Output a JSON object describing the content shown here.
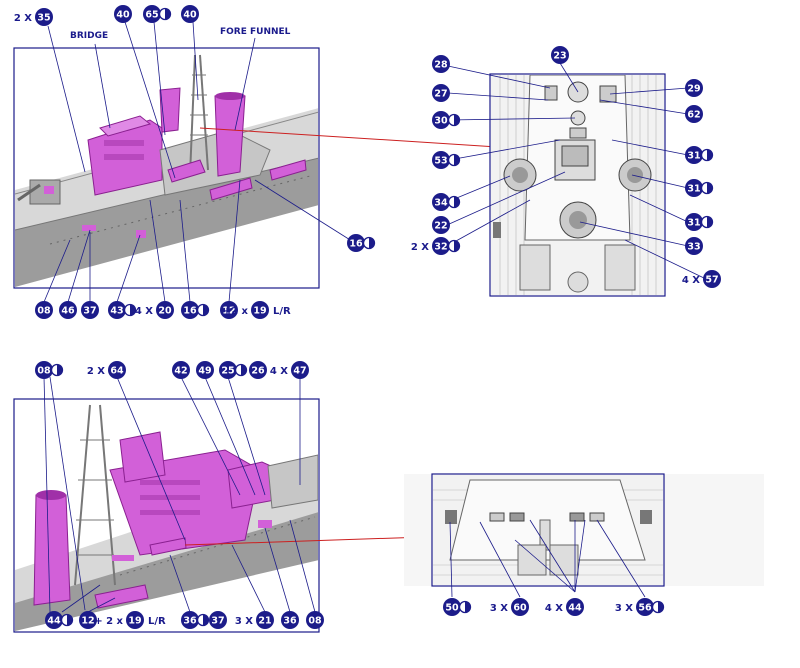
{
  "labels": {
    "bridge": "BRIDGE",
    "fore_funnel": "FORE FUNNEL"
  },
  "colors": {
    "part_fill": "#1c1c8a",
    "text": "#1a1a8c",
    "highlight": "#d060d8",
    "hull": "#9a9a9a",
    "arrow": "#cc2020"
  },
  "top_callouts": [
    {
      "prefix": "2 X",
      "num": "35"
    },
    {
      "num": "40"
    },
    {
      "num": "65",
      "half": true
    },
    {
      "num": "40"
    },
    {
      "num": "16",
      "half": true
    },
    {
      "num": "08"
    },
    {
      "num": "46"
    },
    {
      "num": "37"
    },
    {
      "num": "43",
      "half": true
    },
    {
      "prefix": "4 X",
      "num": "20"
    },
    {
      "num": "16",
      "half": true
    },
    {
      "num": "12"
    },
    {
      "prefix": "+2 x",
      "num": "19",
      "suffix": "L/R"
    }
  ],
  "plan_callouts": [
    {
      "num": "23"
    },
    {
      "num": "28"
    },
    {
      "num": "29"
    },
    {
      "num": "27"
    },
    {
      "num": "62"
    },
    {
      "num": "30",
      "half": true
    },
    {
      "num": "31",
      "half": true
    },
    {
      "num": "53",
      "half": true
    },
    {
      "num": "34",
      "half": true
    },
    {
      "num": "31",
      "half": true
    },
    {
      "num": "22"
    },
    {
      "num": "31",
      "half": true
    },
    {
      "prefix": "2 X",
      "num": "32",
      "half": true
    },
    {
      "num": "33"
    },
    {
      "prefix": "4 X",
      "num": "57"
    }
  ],
  "bottom_callouts": [
    {
      "num": "08",
      "half": true
    },
    {
      "prefix": "2 X",
      "num": "64"
    },
    {
      "num": "42"
    },
    {
      "num": "49"
    },
    {
      "num": "25",
      "half": true
    },
    {
      "num": "26"
    },
    {
      "prefix": "4 X",
      "num": "47"
    },
    {
      "num": "44",
      "half": true
    },
    {
      "num": "12"
    },
    {
      "prefix": "+ 2 x",
      "num": "19",
      "suffix": "L/R"
    },
    {
      "num": "36",
      "half": true
    },
    {
      "num": "37"
    },
    {
      "prefix": "3 X",
      "num": "21"
    },
    {
      "num": "36"
    },
    {
      "num": "08"
    }
  ],
  "bottom_plan_callouts": [
    {
      "num": "50",
      "half": true
    },
    {
      "prefix": "3 X",
      "num": "60"
    },
    {
      "prefix": "4 X",
      "num": "44"
    },
    {
      "prefix": "3 X",
      "num": "56",
      "half": true
    }
  ]
}
